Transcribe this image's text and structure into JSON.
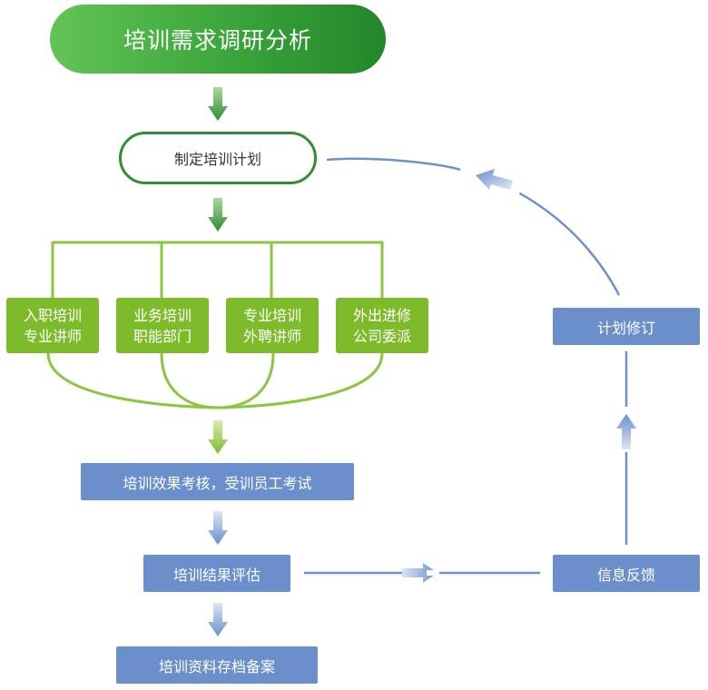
{
  "title": "培训需求调研分析",
  "plan": "制定培训计划",
  "methods": [
    {
      "line1": "入职培训",
      "line2": "专业讲师"
    },
    {
      "line1": "业务培训",
      "line2": "职能部门"
    },
    {
      "line1": "专业培训",
      "line2": "外聘讲师"
    },
    {
      "line1": "外出进修",
      "line2": "公司委派"
    }
  ],
  "assessment": "培训效果考核，受训员工考试",
  "evaluation": "培训结果评估",
  "archive": "培训资料存档备案",
  "feedback": "信息反馈",
  "revision": "计划修订",
  "colors": {
    "dark_green": "#2f8f32",
    "light_green": "#7dbb2a",
    "blue": "#6b8fcb",
    "line_blue": "#6d91cc"
  }
}
